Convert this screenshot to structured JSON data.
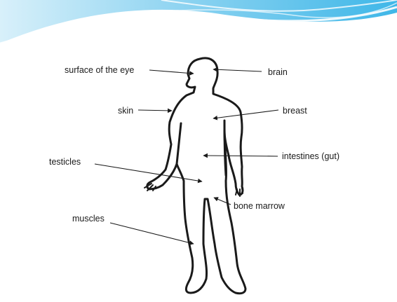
{
  "diagram": {
    "header_colors": [
      "#3fb7e8",
      "#8fd4f1",
      "#d8f0fa"
    ],
    "outline_color": "#1a1a1a",
    "labels": {
      "surface_eye": "surface of the eye",
      "brain": "brain",
      "skin": "skin",
      "breast": "breast",
      "testicles": "testicles",
      "intestines": "intestines (gut)",
      "bone_marrow": "bone marrow",
      "muscles": "muscles"
    }
  }
}
